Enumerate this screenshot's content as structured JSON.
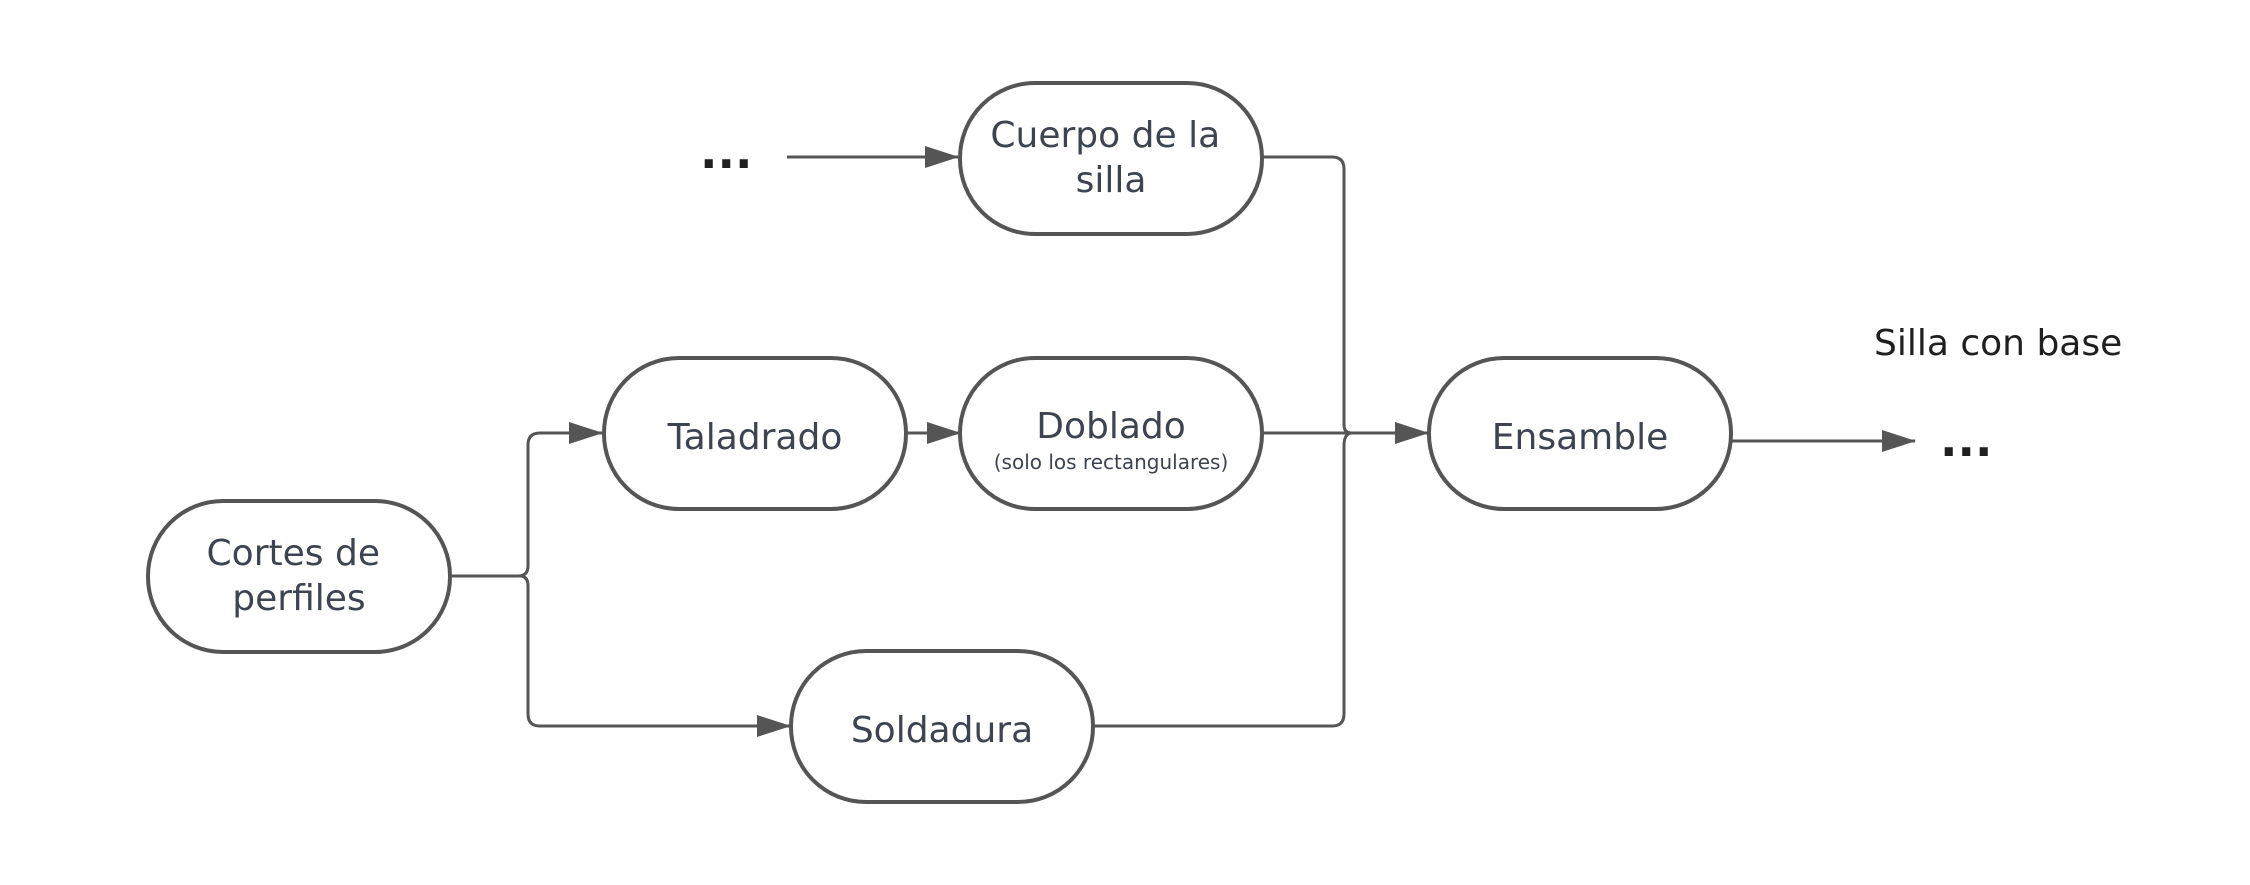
{
  "diagram": {
    "nodes": {
      "cuerpo": {
        "lines": [
          "Cuerpo de la",
          "silla"
        ]
      },
      "taladrado": {
        "lines": [
          "Taladrado"
        ]
      },
      "doblado": {
        "lines": [
          "Doblado"
        ],
        "sublabel": "(solo los rectangulares)"
      },
      "ensamble": {
        "lines": [
          "Ensamble"
        ]
      },
      "cortes": {
        "lines": [
          "Cortes de",
          "perfiles"
        ]
      },
      "soldadura": {
        "lines": [
          "Soldadura"
        ]
      }
    },
    "input_ellipsis": "...",
    "output_ellipsis": "...",
    "output_label": "Silla con base"
  },
  "colors": {
    "stroke": "#555555",
    "node_text": "#3d4450",
    "plain_text": "#1f1f1f",
    "background": "#ffffff"
  }
}
